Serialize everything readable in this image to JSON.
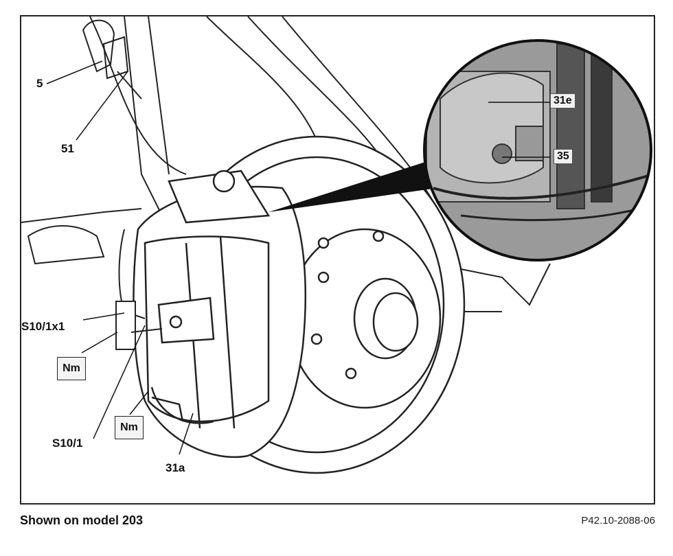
{
  "labels": {
    "l5": "5",
    "l51": "51",
    "s10_1x1": "S10/1x1",
    "s10_1": "S10/1",
    "l31a": "31a",
    "l31e": "31e",
    "l35": "35",
    "nm_a": "Nm",
    "nm_b": "Nm"
  },
  "caption": "Shown on model 203",
  "reference": "P42.10-2088-06",
  "icons": [
    "brake-disc-icon",
    "brake-caliper-icon",
    "magnified-inset-icon"
  ],
  "colors": {
    "line": "#222222",
    "inset_fill": "#9a9a9a",
    "background": "#ffffff"
  }
}
